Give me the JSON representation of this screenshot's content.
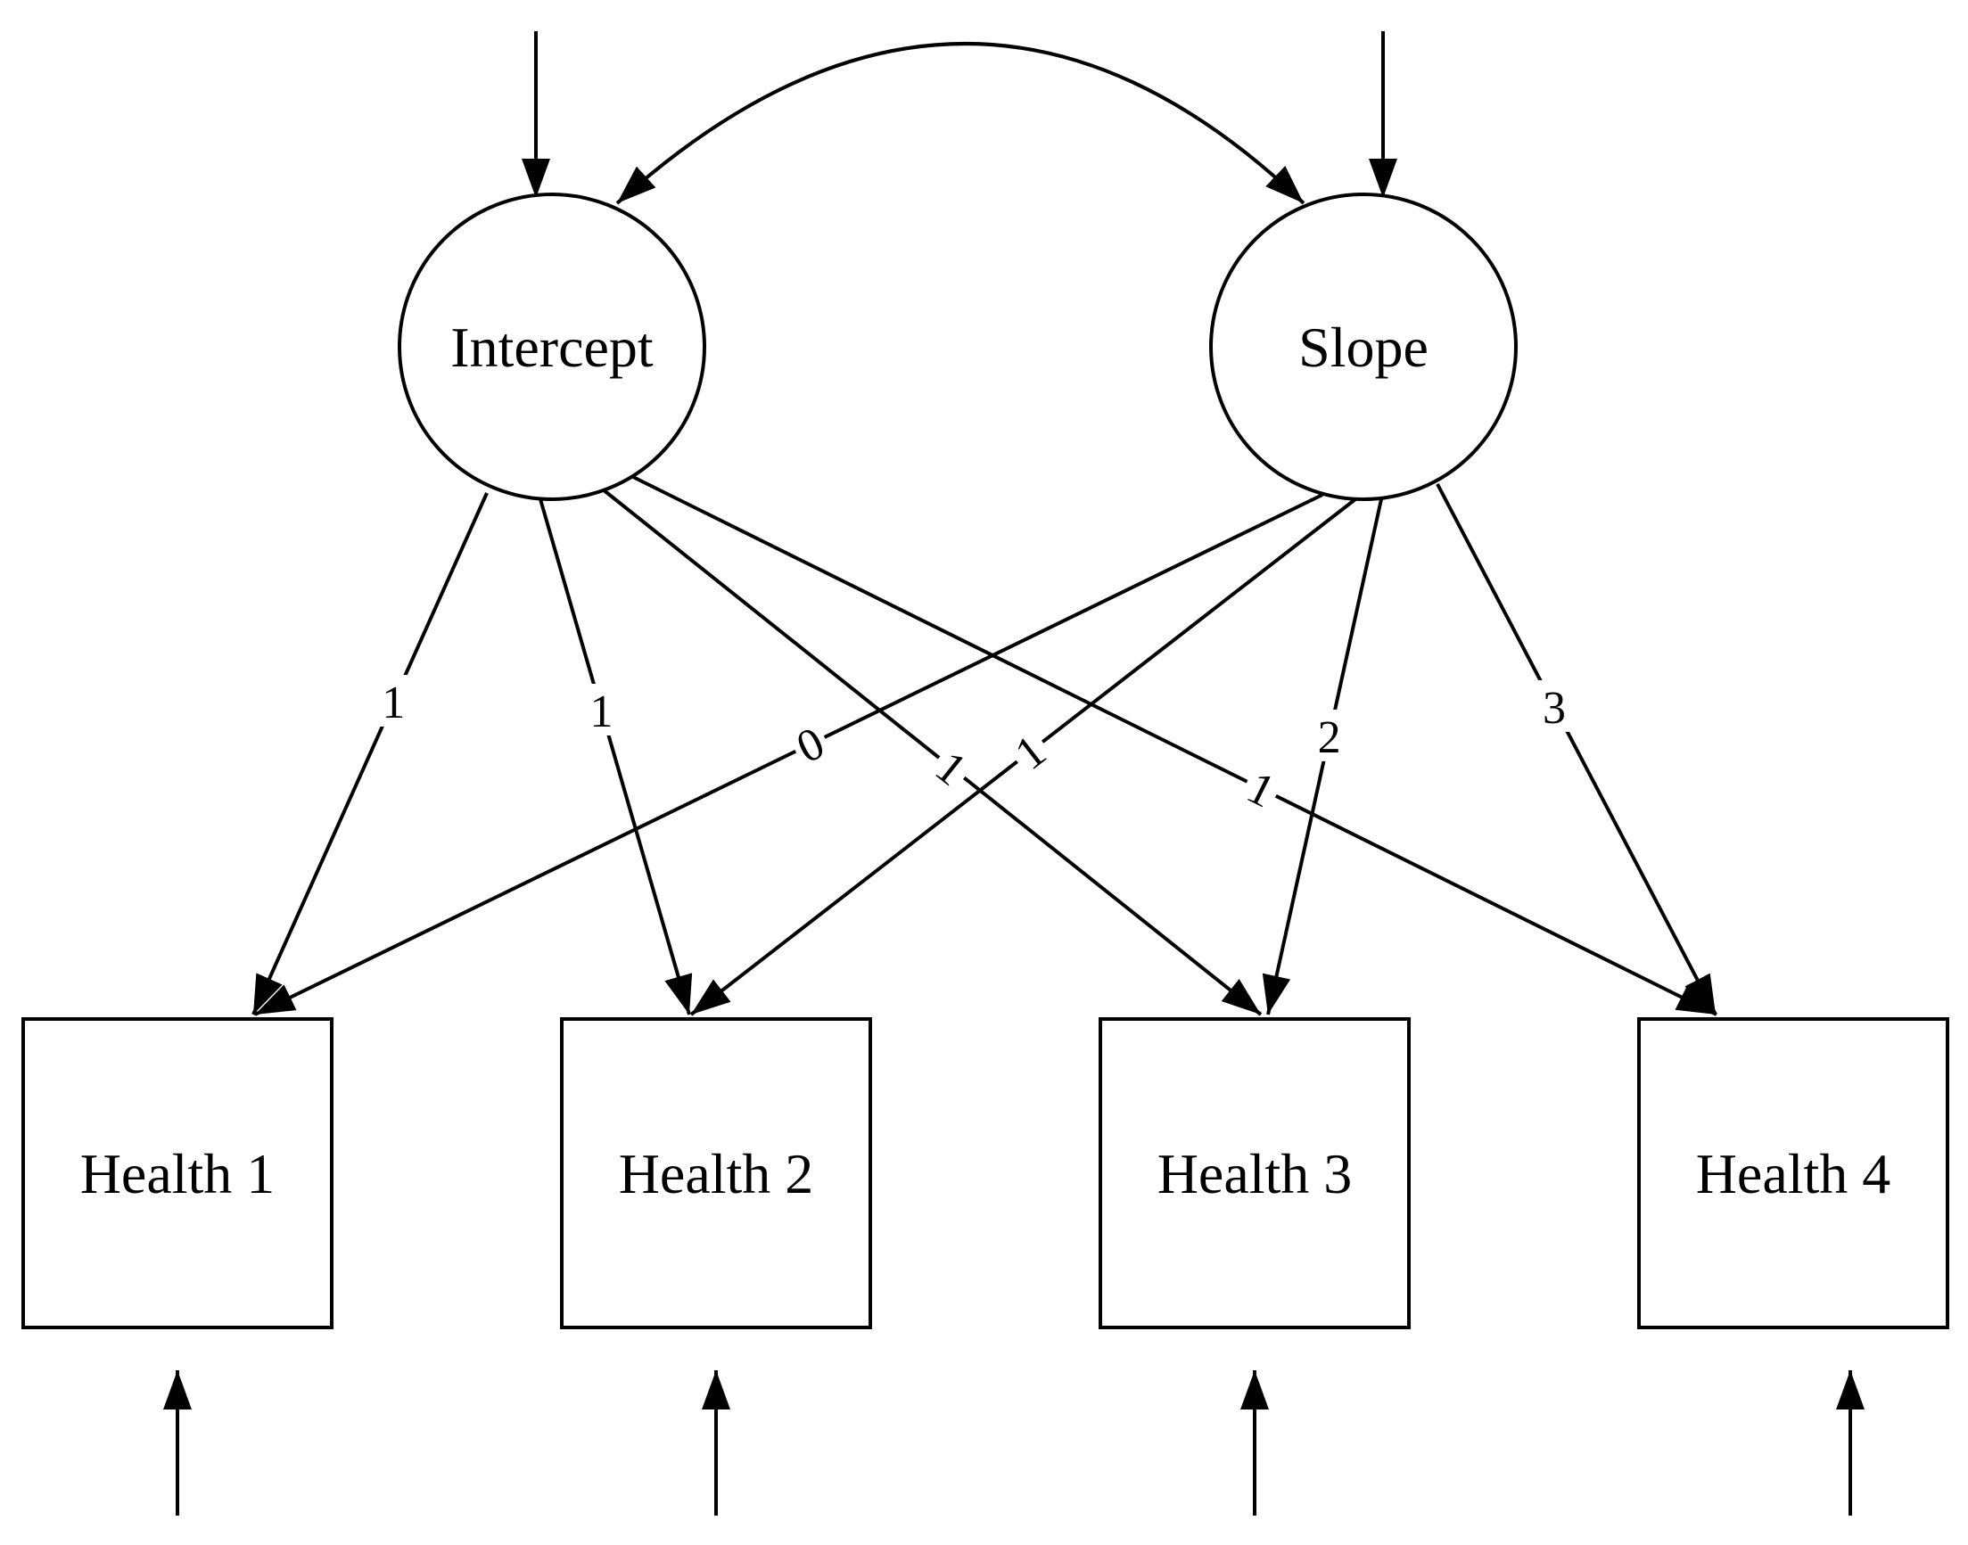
{
  "latent_factors": [
    {
      "id": "intercept",
      "label": "Intercept"
    },
    {
      "id": "slope",
      "label": "Slope"
    }
  ],
  "observed_variables": [
    {
      "id": "health1",
      "label": "Health 1"
    },
    {
      "id": "health2",
      "label": "Health 2"
    },
    {
      "id": "health3",
      "label": "Health 3"
    },
    {
      "id": "health4",
      "label": "Health 4"
    }
  ],
  "loadings": [
    {
      "from": "intercept",
      "to": "health1",
      "value": "1"
    },
    {
      "from": "intercept",
      "to": "health2",
      "value": "1"
    },
    {
      "from": "intercept",
      "to": "health3",
      "value": "1"
    },
    {
      "from": "intercept",
      "to": "health4",
      "value": "1"
    },
    {
      "from": "slope",
      "to": "health1",
      "value": "0"
    },
    {
      "from": "slope",
      "to": "health2",
      "value": "1"
    },
    {
      "from": "slope",
      "to": "health3",
      "value": "2"
    },
    {
      "from": "slope",
      "to": "health4",
      "value": "3"
    }
  ],
  "covariance": {
    "between": [
      "intercept",
      "slope"
    ],
    "double_headed": true
  },
  "disturbances": [
    "intercept",
    "slope"
  ],
  "residual_errors": [
    "health1",
    "health2",
    "health3",
    "health4"
  ]
}
